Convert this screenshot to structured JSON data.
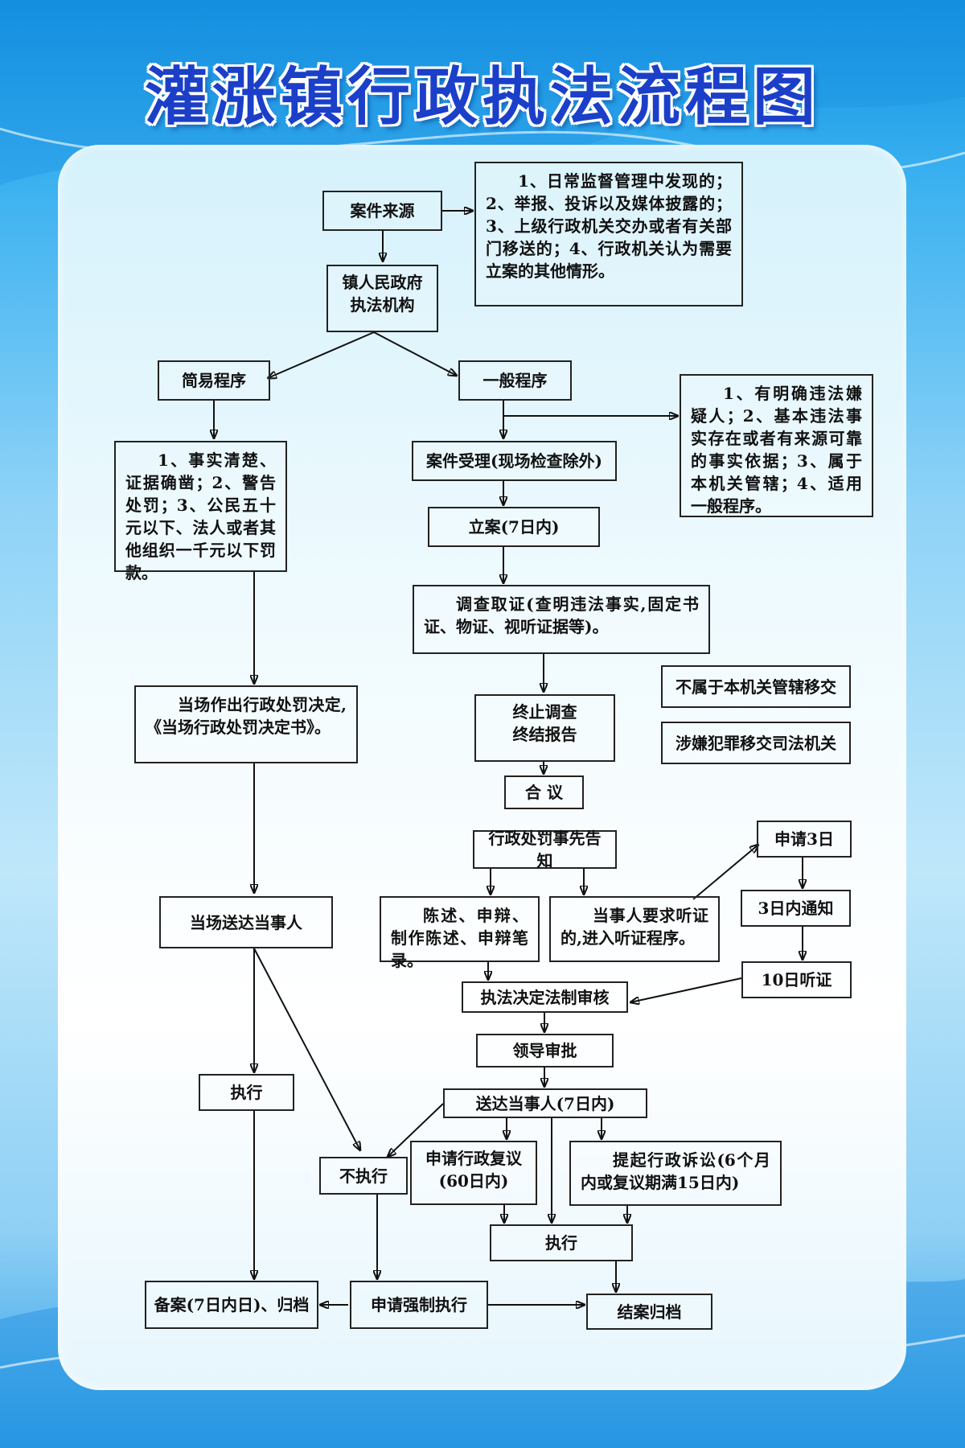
{
  "title": "灌涨镇行政执法流程图",
  "nodes": {
    "source": "案件来源",
    "source_note": "1、日常监督管理中发现的；2、举报、投诉以及媒体披露的；3、上级行政机关交办或者有关部门移送的；4、行政机关认为需要立案的其他情形。",
    "gov_line1": "镇人民政府",
    "gov_line2": "执法机构",
    "simple": "简易程序",
    "general": "一般程序",
    "general_note": "1、有明确违法嫌疑人；2、基本违法事实存在或者有来源可靠的事实依据；3、属于本机关管辖；4、适用一般程序。",
    "simple_note": "1、事实清楚、证据确凿；2、警告处罚；3、公民五十元以下、法人或者其他组织一千元以下罚款。",
    "accept": "案件受理(现场检查除外)",
    "register": "立案(7日内)",
    "investigate": "调查取证(查明违法事实,固定书证、物证、视听证据等)。",
    "transfer_agency": "不属于本机关管辖移交",
    "transfer_judicial": "涉嫌犯罪移交司法机关",
    "terminate_line1": "终止调查",
    "terminate_line2": "终结报告",
    "deliberate": "合 议",
    "onsite_decision": "当场作出行政处罚决定,《当场行政处罚决定书》。",
    "prior_notice": "行政处罚事先告知",
    "apply_3days": "申请3日",
    "notice_3days": "3日内通知",
    "hearing_10days": "10日听证",
    "onsite_deliver": "当场送达当事人",
    "statement": "陈述、申辩、制作陈述、申辩笔录。",
    "request_hearing": "当事人要求听证的,进入听证程序。",
    "legal_review": "执法决定法制审核",
    "leader_approval": "领导审批",
    "execute_left": "执行",
    "deliver_7days": "送达当事人(7日内)",
    "not_execute": "不执行",
    "admin_review_line1": "申请行政复议",
    "admin_review_line2": "(60日内)",
    "lawsuit": "提起行政诉讼(6个月内或复议期满15日内)",
    "execute_mid": "执行",
    "file_record": "备案(7日内日)、归档",
    "force_execution": "申请强制执行",
    "close_archive": "结案归档"
  }
}
